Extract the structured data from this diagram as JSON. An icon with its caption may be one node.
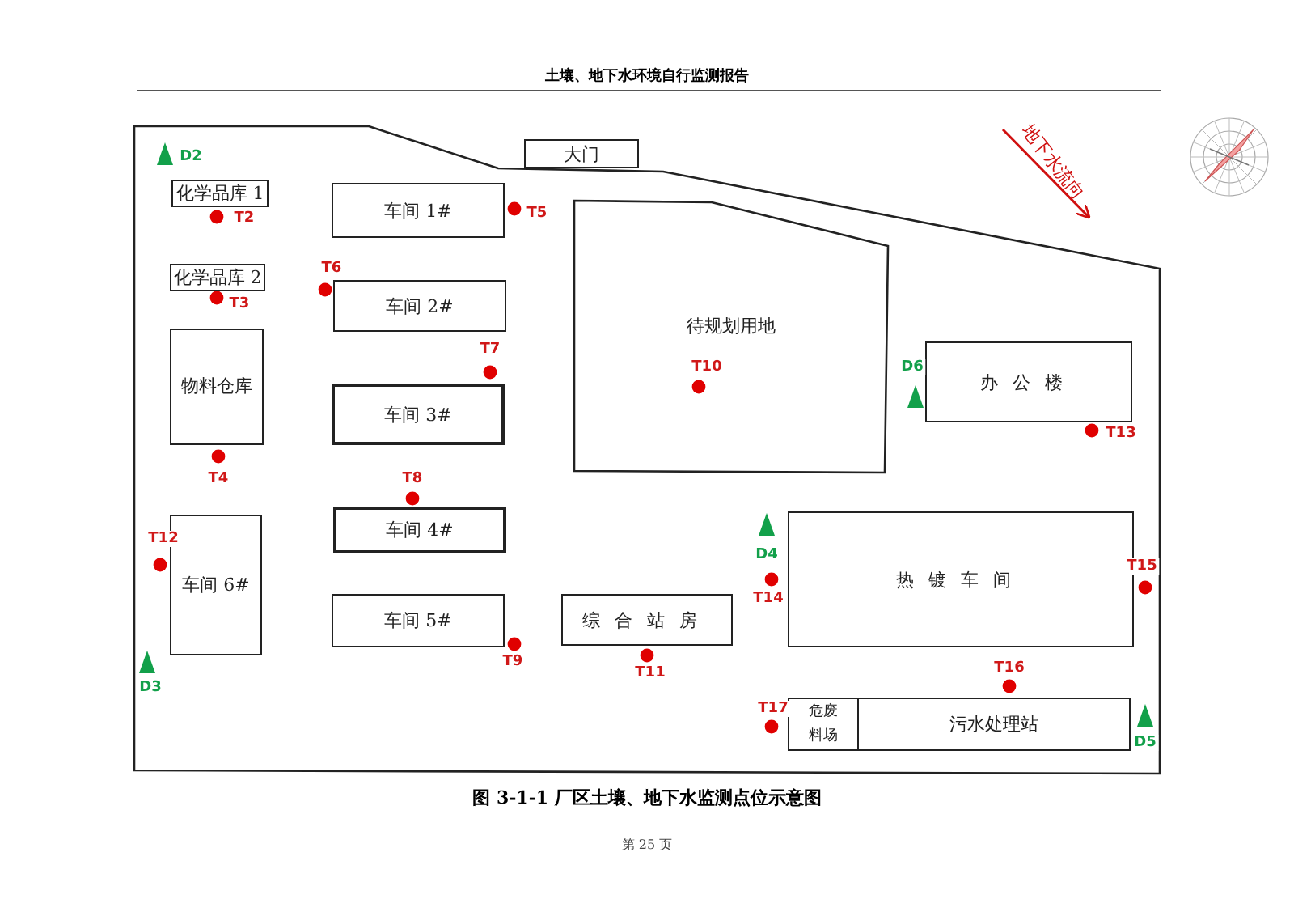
{
  "diagram": {
    "caption": "图 3-1-1 厂区土壤、地下水监测点位示意图",
    "nodes": [
      {
        "text": [
          "大门"
        ]
      },
      {
        "text": [
          "化学品库 1"
        ]
      },
      {
        "text": [
          "车间 1#"
        ]
      },
      {
        "text": [
          "待规划用地"
        ]
      },
      {
        "text": [
          "化学品库 2"
        ]
      },
      {
        "text": [
          "车间 2#"
        ]
      },
      {
        "text": [
          "物料仓库"
        ]
      },
      {
        "text": [
          "车间 3#"
        ]
      },
      {
        "text": [
          "办公楼"
        ]
      },
      {
        "text": [
          "车间 4#"
        ]
      },
      {
        "text": [
          "车间 6#"
        ]
      },
      {
        "text": [
          "热镀车间"
        ]
      },
      {
        "text": [
          "车间 5#"
        ]
      },
      {
        "text": [
          "综合站房"
        ]
      },
      {
        "text": [
          "危废料场"
        ]
      },
      {
        "text": [
          "污水处理站"
        ]
      }
    ],
    "labels": [
      "土壤、地下水环境自行监测报告",
      "地下水流向",
      "D2",
      "T2",
      "T5",
      "T6",
      "T3",
      "T7",
      "T10",
      "D6",
      "T13",
      "T4",
      "T8",
      "T12",
      "D4",
      "T15",
      "T14",
      "T9",
      "T11",
      "D3",
      "T16",
      "T17",
      "D5",
      "第 25 页"
    ]
  }
}
